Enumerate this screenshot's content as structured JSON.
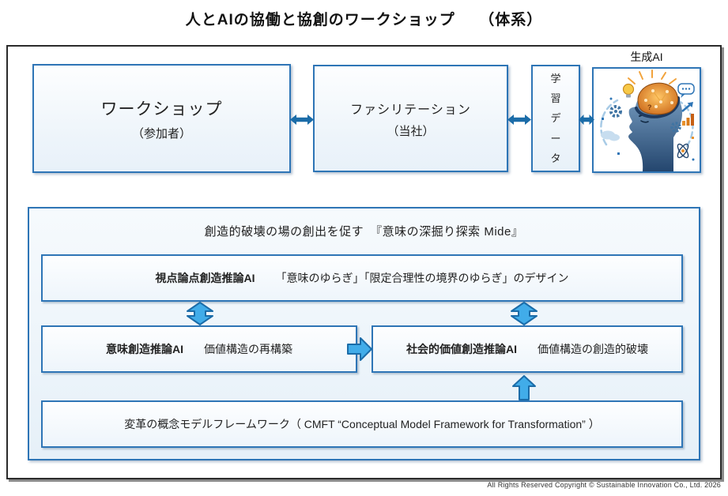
{
  "title": "人とAIの協働と協創のワークショップ　　（体系）",
  "top_row": {
    "workshop": {
      "title": "ワークショップ",
      "subtitle": "（参加者）"
    },
    "facilitation": {
      "title": "ファシリテーション",
      "subtitle": "（当社）"
    },
    "learning_data": "学習データ",
    "gen_ai_label": "生成AI"
  },
  "mide_panel": {
    "header": "創造的破壊の場の創出を促す　『意味の深掘り探索 Mide』",
    "viewpoint_ai": {
      "bold": "視点論点創造推論AI",
      "rest": "「意味のゆらぎ」「限定合理性の境界のゆらぎ」のデザイン"
    },
    "meaning_ai": {
      "bold": "意味創造推論AI",
      "rest": "価値構造の再構築"
    },
    "social_value_ai": {
      "bold": "社会的価値創造推論AI",
      "rest": "価値構造の創造的破壊"
    },
    "cmft": "変革の概念モデルフレームワーク（ CMFT “Conceptual Model Framework for Transformation” ）"
  },
  "footer": "All Rights Reserved Copyright ©  Sustainable Innovation Co., Ltd.  2026",
  "icons": {
    "horizontal_double_arrow": "left-right-arrow",
    "vertical_double_arrow": "up-down-arrow",
    "right_arrow": "right-arrow",
    "up_arrow": "up-arrow",
    "gen_ai_image": "human-head-with-ai-brain-illustration"
  },
  "colors": {
    "box_border": "#2E75B6",
    "dark_arrow": "#1B6CA8",
    "cyan_arrow_fill": "#41ACE9",
    "panel_fill": "#e6f0f8",
    "outer_border": "#2b2b2b"
  }
}
